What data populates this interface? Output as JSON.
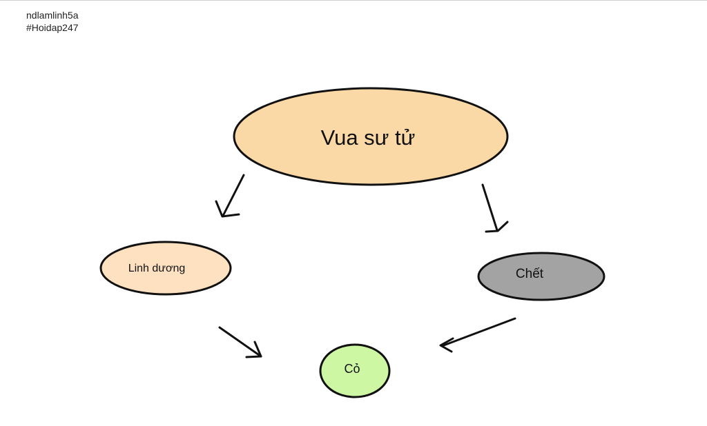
{
  "credit": {
    "author": "ndlamlinh5a",
    "tag": "#Hoidap247"
  },
  "nodes": {
    "lion": {
      "label": "Vua sư tử",
      "fill": "#fbd9a7"
    },
    "antelope": {
      "label": "Linh dương",
      "fill": "#fde1c1"
    },
    "death": {
      "label": "Chết",
      "fill": "#a3a3a3"
    },
    "grass": {
      "label": "Cỏ",
      "fill": "#cdf7a2"
    }
  },
  "edges": [
    {
      "from": "Vua sư tử",
      "to": "Linh dương"
    },
    {
      "from": "Vua sư tử",
      "to": "Chết"
    },
    {
      "from": "Linh dương",
      "to": "Cỏ"
    },
    {
      "from": "Chết",
      "to": "Cỏ"
    }
  ],
  "colors": {
    "stroke": "#111111",
    "background": "#ffffff"
  }
}
